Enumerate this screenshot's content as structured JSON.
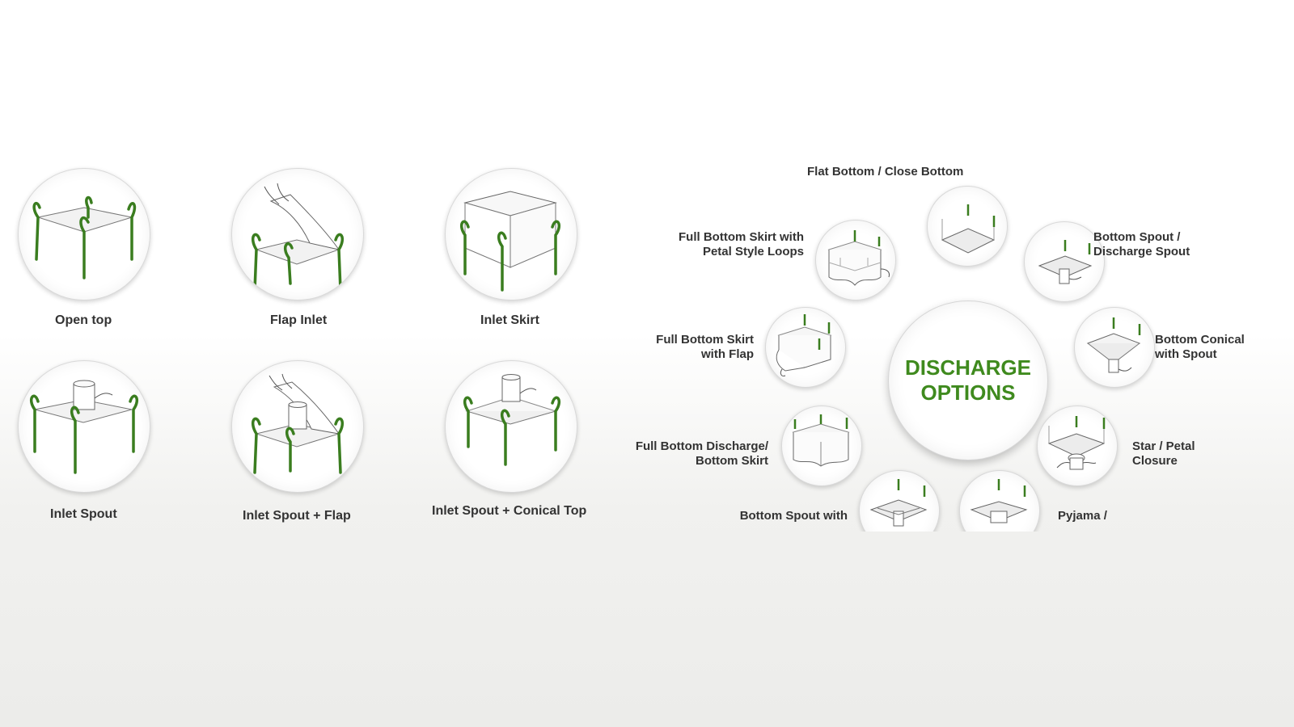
{
  "fill_options": [
    {
      "id": "open-top",
      "label": "Open top"
    },
    {
      "id": "flap-inlet",
      "label": "Flap Inlet"
    },
    {
      "id": "inlet-skirt",
      "label": "Inlet Skirt"
    },
    {
      "id": "inlet-spout",
      "label": "Inlet Spout"
    },
    {
      "id": "inlet-spout-flap",
      "label": "Inlet Spout + Flap"
    },
    {
      "id": "inlet-spout-conical",
      "label": "Inlet Spout + Conical Top"
    }
  ],
  "discharge": {
    "title": "DISCHARGE\nOPTIONS",
    "options": [
      {
        "id": "flat-bottom",
        "label": "Flat Bottom / Close Bottom"
      },
      {
        "id": "bottom-spout",
        "label": "Bottom Spout /\nDischarge Spout"
      },
      {
        "id": "bottom-conical",
        "label": "Bottom Conical\nwith Spout"
      },
      {
        "id": "star-petal",
        "label": "Star / Petal\nClosure"
      },
      {
        "id": "pyjama",
        "label": "Pyjama /"
      },
      {
        "id": "bottom-spout-with",
        "label": "Bottom Spout with"
      },
      {
        "id": "full-bottom-discharge",
        "label": "Full Bottom Discharge/\nBottom Skirt"
      },
      {
        "id": "full-bottom-skirt-flap",
        "label": "Full Bottom Skirt\nwith Flap"
      },
      {
        "id": "full-bottom-skirt-petal",
        "label": "Full Bottom Skirt with\nPetal Style Loops"
      }
    ]
  },
  "colors": {
    "accent": "#3f8a1e",
    "loop": "#3a7d1f",
    "text": "#333333"
  }
}
